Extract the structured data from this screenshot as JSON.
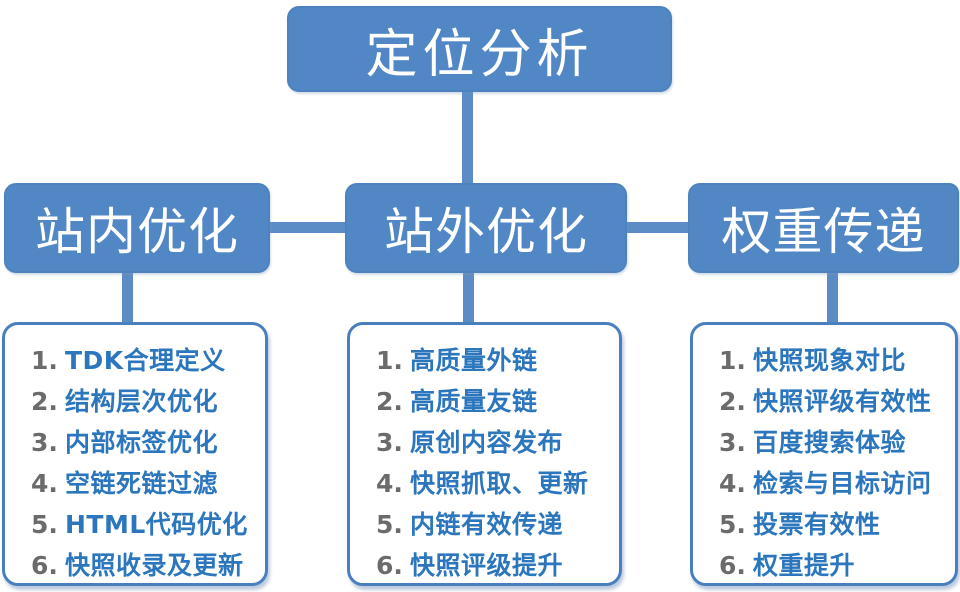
{
  "diagram": {
    "root": {
      "label": "定位分析"
    },
    "branches": [
      {
        "label": "站内优化",
        "items": [
          {
            "num": "1.",
            "text": "TDK合理定义"
          },
          {
            "num": "2.",
            "text": "结构层次优化"
          },
          {
            "num": "3.",
            "text": "内部标签优化"
          },
          {
            "num": "4.",
            "text": "空链死链过滤"
          },
          {
            "num": "5.",
            "text": "HTML代码优化"
          },
          {
            "num": "6.",
            "text": "快照收录及更新"
          }
        ]
      },
      {
        "label": "站外优化",
        "items": [
          {
            "num": "1.",
            "text": "高质量外链"
          },
          {
            "num": "2.",
            "text": "高质量友链"
          },
          {
            "num": "3.",
            "text": "原创内容发布"
          },
          {
            "num": "4.",
            "text": "快照抓取、更新"
          },
          {
            "num": "5.",
            "text": "内链有效传递"
          },
          {
            "num": "6.",
            "text": "快照评级提升"
          }
        ]
      },
      {
        "label": "权重传递",
        "items": [
          {
            "num": "1.",
            "text": "快照现象对比"
          },
          {
            "num": "2.",
            "text": "快照评级有效性"
          },
          {
            "num": "3.",
            "text": "百度搜索体验"
          },
          {
            "num": "4.",
            "text": "检索与目标访问"
          },
          {
            "num": "5.",
            "text": "投票有效性"
          },
          {
            "num": "6.",
            "text": "权重提升"
          }
        ]
      }
    ],
    "colors": {
      "node_fill": "#5287C5",
      "node_text": "#FFFFFF",
      "connector": "#5B8CC6",
      "panel_border": "#4A7FBE",
      "item_text": "#2B76BD",
      "item_number": "#6B6B6B",
      "background": "#FFFFFF"
    }
  }
}
